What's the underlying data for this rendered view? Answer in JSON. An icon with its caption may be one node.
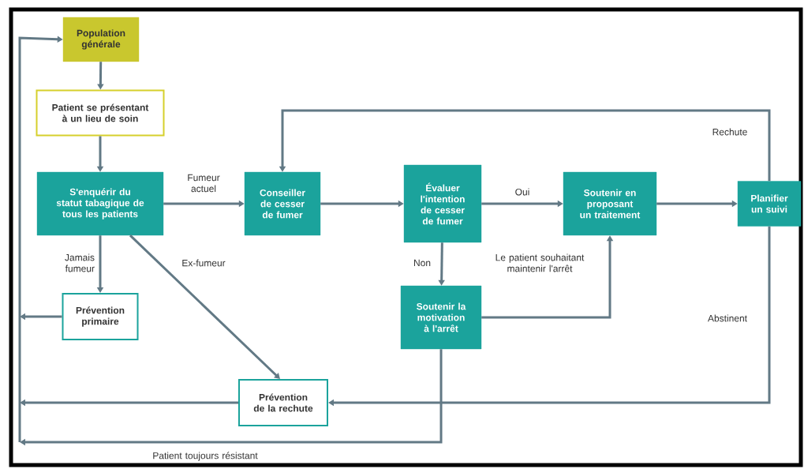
{
  "diagram": {
    "nodes": [
      {
        "text": [
          "Population générale"
        ]
      },
      {
        "text": [
          "Patient se présentant à un lieu de soin"
        ]
      },
      {
        "text": [
          "S'enquérir du statut tabagique de tous les patients"
        ]
      },
      {
        "text": [
          "Conseiller de cesser de fumer"
        ]
      },
      {
        "text": [
          "Évaluer l'intention de cesser de fumer"
        ]
      },
      {
        "text": [
          "Soutenir en proposant un traitement"
        ]
      },
      {
        "text": [
          "Planifier un suivi"
        ]
      },
      {
        "text": [
          "Prévention primaire"
        ]
      },
      {
        "text": [
          "Soutenir la motivation à l'arrêt"
        ]
      },
      {
        "text": [
          "Prévention de la rechute"
        ]
      }
    ],
    "edges": [
      {
        "from": 0,
        "to": 1,
        "arrow": "to"
      },
      {
        "from": 1,
        "to": 2,
        "arrow": "to"
      },
      {
        "from": 2,
        "to": 3,
        "arrow": "to",
        "label": "Fumeur actuel"
      },
      {
        "from": 3,
        "to": 4,
        "arrow": "to"
      },
      {
        "from": 4,
        "to": 5,
        "arrow": "to",
        "label": "Oui"
      },
      {
        "from": 5,
        "to": 6,
        "arrow": "to"
      },
      {
        "from": 6,
        "to": 3,
        "arrow": "to",
        "label": "Rechute"
      },
      {
        "from": 2,
        "to": 7,
        "arrow": "to",
        "label": "Jamais fumeur"
      },
      {
        "from": 2,
        "to": 9,
        "arrow": "to",
        "label": "Ex-fumeur"
      },
      {
        "from": 4,
        "to": 8,
        "arrow": "to",
        "label": "Non"
      },
      {
        "from": 8,
        "to": 5,
        "arrow": "to",
        "label": "Le patient souhaitant maintenir l'arrêt"
      },
      {
        "from": 6,
        "to": 9,
        "arrow": "to",
        "label": "Abstinent"
      },
      {
        "from": 7,
        "to": 0,
        "arrow": "to"
      },
      {
        "from": 9,
        "to": 0,
        "arrow": "to"
      },
      {
        "from": 8,
        "to": 0,
        "arrow": "to",
        "label": "Patient toujours résistant"
      }
    ]
  }
}
